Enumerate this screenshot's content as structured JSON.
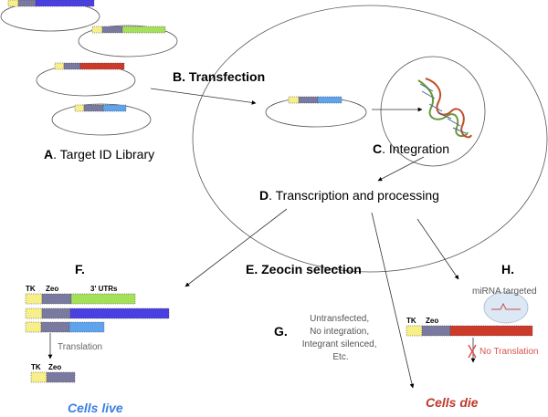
{
  "labels": {
    "a_letter": "A",
    "a_text": ". Target ID Library",
    "b": "B. Transfection",
    "c_letter": "C",
    "c_text": ". Integration",
    "d_letter": "D",
    "d_text": ". Transcription and processing",
    "e": "E. Zeocin selection",
    "f": "F.",
    "g": "G.",
    "g_lines": [
      "Untransfected,",
      "No integration,",
      "Integrant silenced,",
      "Etc."
    ],
    "h": "H.",
    "mirna": "miRNA targeted",
    "no_translation": "No Translation",
    "translation": "Translation",
    "tk": "TK",
    "zeo": "Zeo",
    "utrs": "3' UTRs",
    "cells_live": "Cells live",
    "cells_die": "Cells die"
  },
  "colors": {
    "tk": "#f7ef8a",
    "zeo": "#7a7aa0",
    "utr_dark_blue": "#4a3fe0",
    "utr_green": "#a4e05a",
    "utr_red": "#cc3a2a",
    "utr_light_blue": "#5fa3ec",
    "cells_live": "#3b7fe0",
    "cells_die": "#c0392b",
    "no_translation": "#d9534f"
  }
}
